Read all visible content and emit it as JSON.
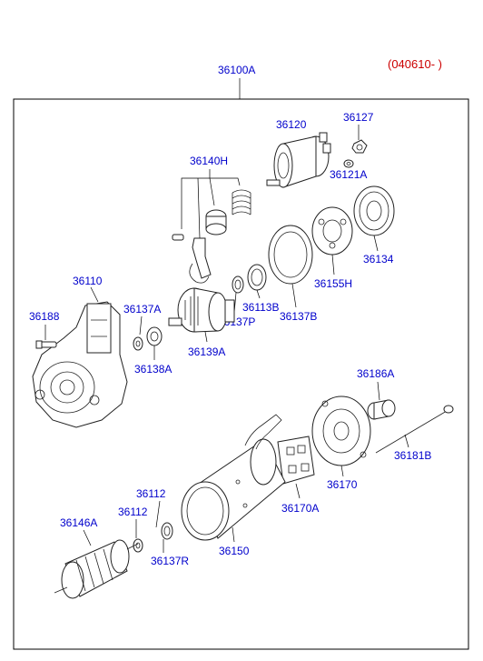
{
  "note": "(040610- )",
  "assembly_label": "36100A",
  "part_labels": {
    "p36120": "36120",
    "p36127": "36127",
    "p36140H": "36140H",
    "p36121A": "36121A",
    "p36134": "36134",
    "p36155H": "36155H",
    "p36110": "36110",
    "p36113B": "36113B",
    "p36137A": "36137A",
    "p36188": "36188",
    "p36137P": "36137P",
    "p36137B": "36137B",
    "p36139A": "36139A",
    "p36138A": "36138A",
    "p36186A": "36186A",
    "p36181B": "36181B",
    "p36170": "36170",
    "p36112a": "36112",
    "p36112b": "36112",
    "p36170A": "36170A",
    "p36146A": "36146A",
    "p36150": "36150",
    "p36137R": "36137R"
  },
  "colors": {
    "label": "#0000cc",
    "note": "#cc0000",
    "line": "#222222"
  }
}
